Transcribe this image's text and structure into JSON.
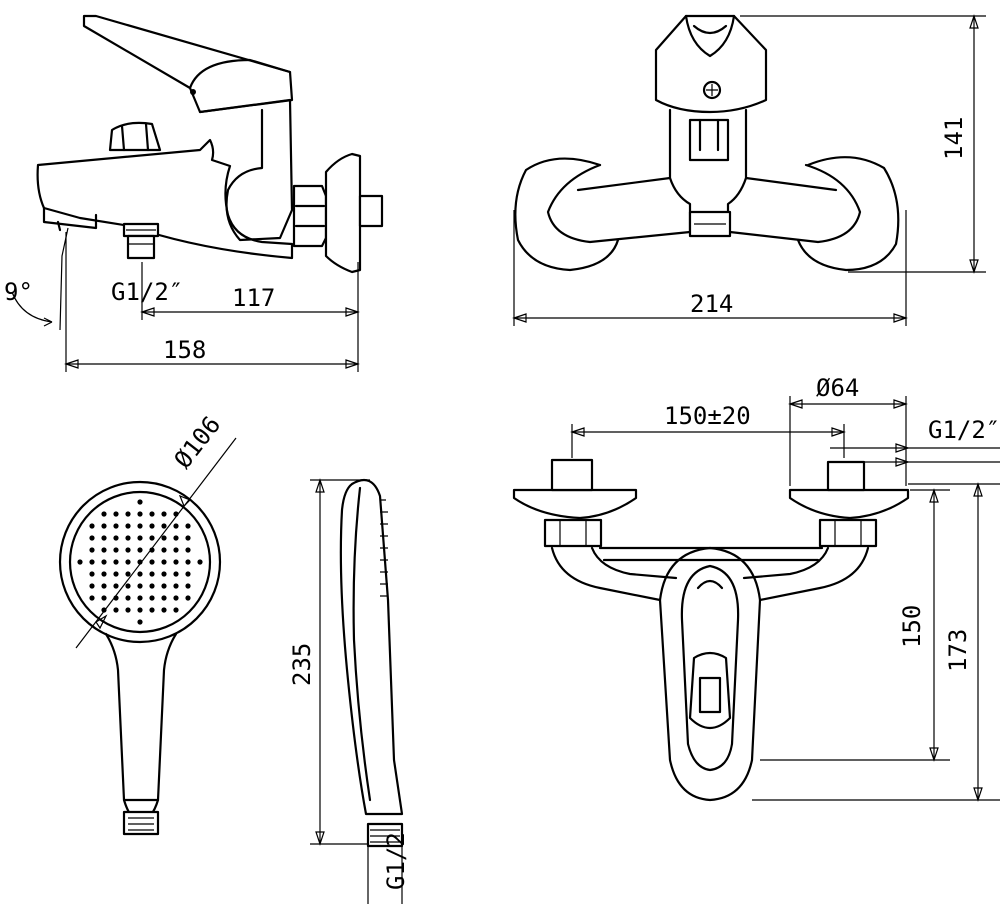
{
  "dimensions": {
    "side_thread": "G1/2″",
    "side_spout_len": "117",
    "side_total_len": "158",
    "side_angle": "9°",
    "front_width": "214",
    "front_height": "141",
    "top_spacing": "150±20",
    "top_flange_dia": "Ø64",
    "top_thread": "G1/2″",
    "top_depth_inner": "150",
    "top_depth_outer": "173",
    "head_dia": "Ø106",
    "shower_len": "235",
    "shower_thread": "G1/2"
  }
}
